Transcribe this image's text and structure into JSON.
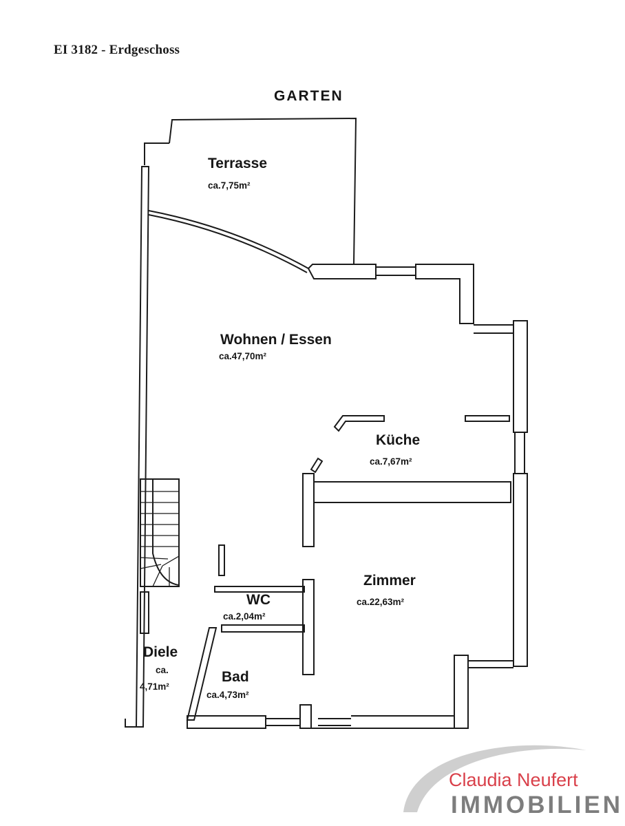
{
  "document": {
    "title": "EI 3182 - Erdgeschoss"
  },
  "outside": {
    "garden": "GARTEN"
  },
  "rooms": {
    "terrasse": {
      "name": "Terrasse",
      "area": "ca.7,75m²"
    },
    "wohnen": {
      "name": "Wohnen / Essen",
      "area": "ca.47,70m²"
    },
    "kueche": {
      "name": "Küche",
      "area": "ca.7,67m²"
    },
    "zimmer": {
      "name": "Zimmer",
      "area": "ca.22,63m²"
    },
    "wc": {
      "name": "WC",
      "area": "ca.2,04m²"
    },
    "diele": {
      "name": "Diele",
      "area_prefix": "ca.",
      "area_value": "4,71m²"
    },
    "bad": {
      "name": "Bad",
      "area": "ca.4,73m²"
    }
  },
  "branding": {
    "line1": "Claudia Neufert",
    "line2": "IMMOBILIEN",
    "accent": "#d9404a",
    "secondary": "#7d7d7d"
  }
}
